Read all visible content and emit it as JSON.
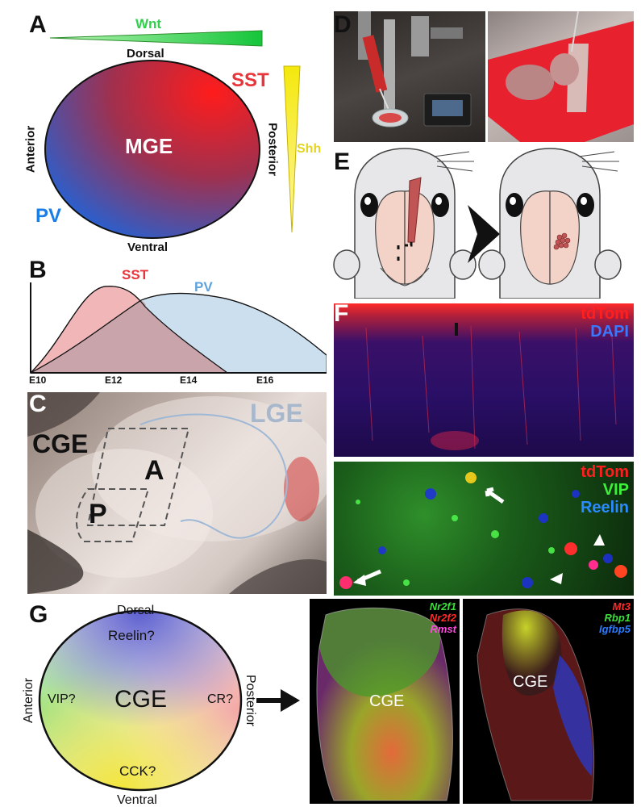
{
  "panel_labels": [
    "A",
    "B",
    "C",
    "D",
    "E",
    "F",
    "G"
  ],
  "panelA": {
    "wnt": "Wnt",
    "dorsal": "Dorsal",
    "ventral": "Ventral",
    "anterior": "Anterior",
    "posterior": "Posterior",
    "center": "MGE",
    "sst": "SST",
    "pv": "PV",
    "shh": "Shh",
    "colors": {
      "sst": "#e8343a",
      "pv": "#1a7ee6",
      "wnt": "#2fd14a",
      "shh": "#f0e61c"
    }
  },
  "panelB": {
    "sst_label": "SST",
    "pv_label": "PV",
    "x_ticks": [
      "E10",
      "E12",
      "E14",
      "E16"
    ],
    "colors": {
      "sst": "#f0b6b8",
      "pv": "#b9d3ea",
      "overlap": "#c99a9e"
    }
  },
  "panelC": {
    "lge": "LGE",
    "cge": "CGE",
    "a": "A",
    "p": "P"
  },
  "panelE": {},
  "panelF": {
    "top_labels": [
      "tdTom",
      "DAPI"
    ],
    "bottom_labels": [
      "tdTom",
      "VIP",
      "Reelin"
    ]
  },
  "panelG": {
    "dorsal": "Dorsal",
    "ventral": "Ventral",
    "anterior": "Anterior",
    "posterior": "Posterior",
    "center": "CGE",
    "reelin": "Reelin?",
    "vip": "VIP?",
    "cr": "CR?",
    "cck": "CCK?",
    "image1": {
      "center": "CGE",
      "genes": [
        "Nr2f1",
        "Nr2f2",
        "Rmst"
      ]
    },
    "image2": {
      "center": "CGE",
      "genes": [
        "Mt3",
        "Rbp1",
        "Igfbp5"
      ]
    }
  }
}
